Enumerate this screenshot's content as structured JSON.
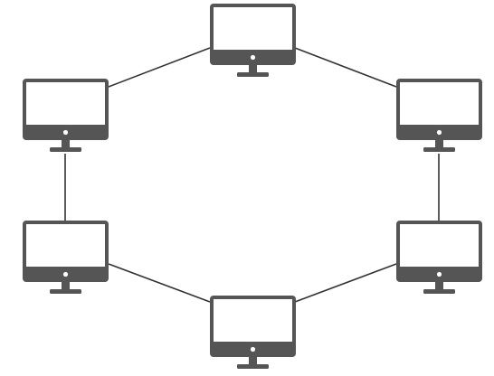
{
  "diagram": {
    "type": "ring-network-topology",
    "node_icon": "desktop-monitor-icon",
    "node_count": 6,
    "nodes": [
      {
        "id": "top",
        "icon": "desktop-monitor-icon"
      },
      {
        "id": "upper-right",
        "icon": "desktop-monitor-icon"
      },
      {
        "id": "lower-right",
        "icon": "desktop-monitor-icon"
      },
      {
        "id": "bottom",
        "icon": "desktop-monitor-icon"
      },
      {
        "id": "lower-left",
        "icon": "desktop-monitor-icon"
      },
      {
        "id": "upper-left",
        "icon": "desktop-monitor-icon"
      }
    ],
    "links": [
      [
        "top",
        "upper-right"
      ],
      [
        "upper-right",
        "lower-right"
      ],
      [
        "lower-right",
        "bottom"
      ],
      [
        "bottom",
        "lower-left"
      ],
      [
        "lower-left",
        "upper-left"
      ],
      [
        "upper-left",
        "top"
      ]
    ],
    "colors": {
      "monitor_body": "#555555",
      "screen": "#ffffff",
      "link": "#333333",
      "background": "#ffffff"
    }
  }
}
